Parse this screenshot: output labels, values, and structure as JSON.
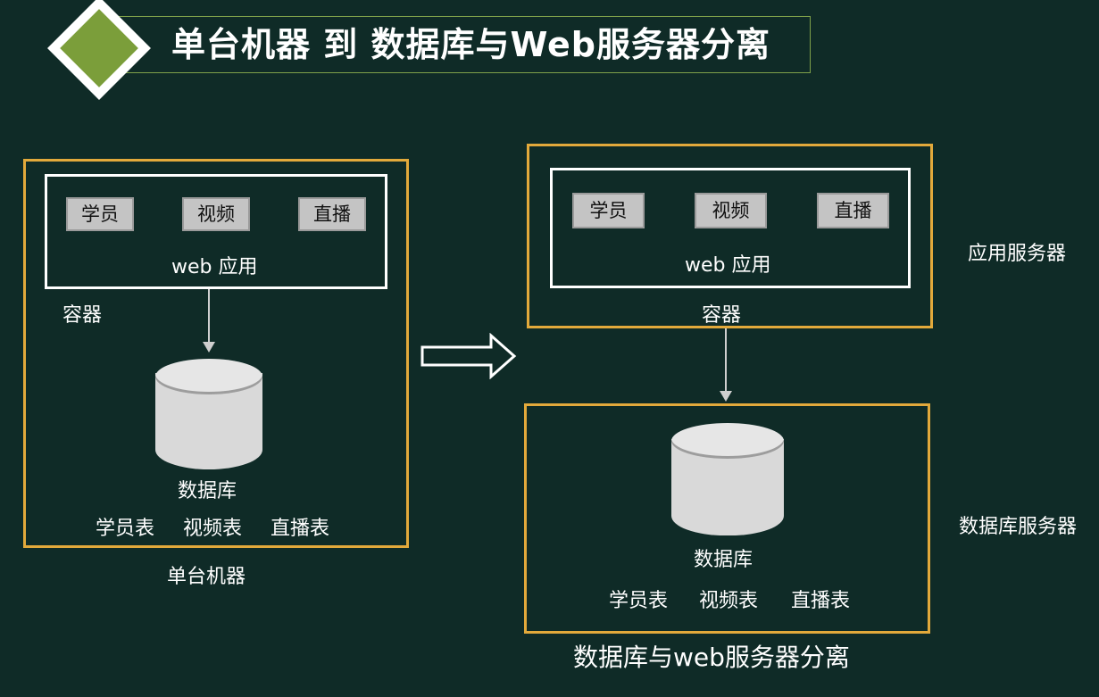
{
  "title": "单台机器 到 数据库与Web服务器分离",
  "left": {
    "modules": [
      "学员",
      "视频",
      "直播"
    ],
    "web_app_label": "web 应用",
    "container_label": "容器",
    "database_label": "数据库",
    "tables": [
      "学员表",
      "视频表",
      "直播表"
    ],
    "machine_label": "单台机器"
  },
  "right": {
    "modules": [
      "学员",
      "视频",
      "直播"
    ],
    "web_app_label": "web 应用",
    "container_label": "容器",
    "app_server_label": "应用服务器",
    "database_label": "数据库",
    "tables": [
      "学员表",
      "视频表",
      "直播表"
    ],
    "db_server_label": "数据库服务器",
    "caption": "数据库与web服务器分离"
  },
  "colors": {
    "background": "#0f2b27",
    "frame": "#e2a93b",
    "accent": "#7b9e3a"
  }
}
